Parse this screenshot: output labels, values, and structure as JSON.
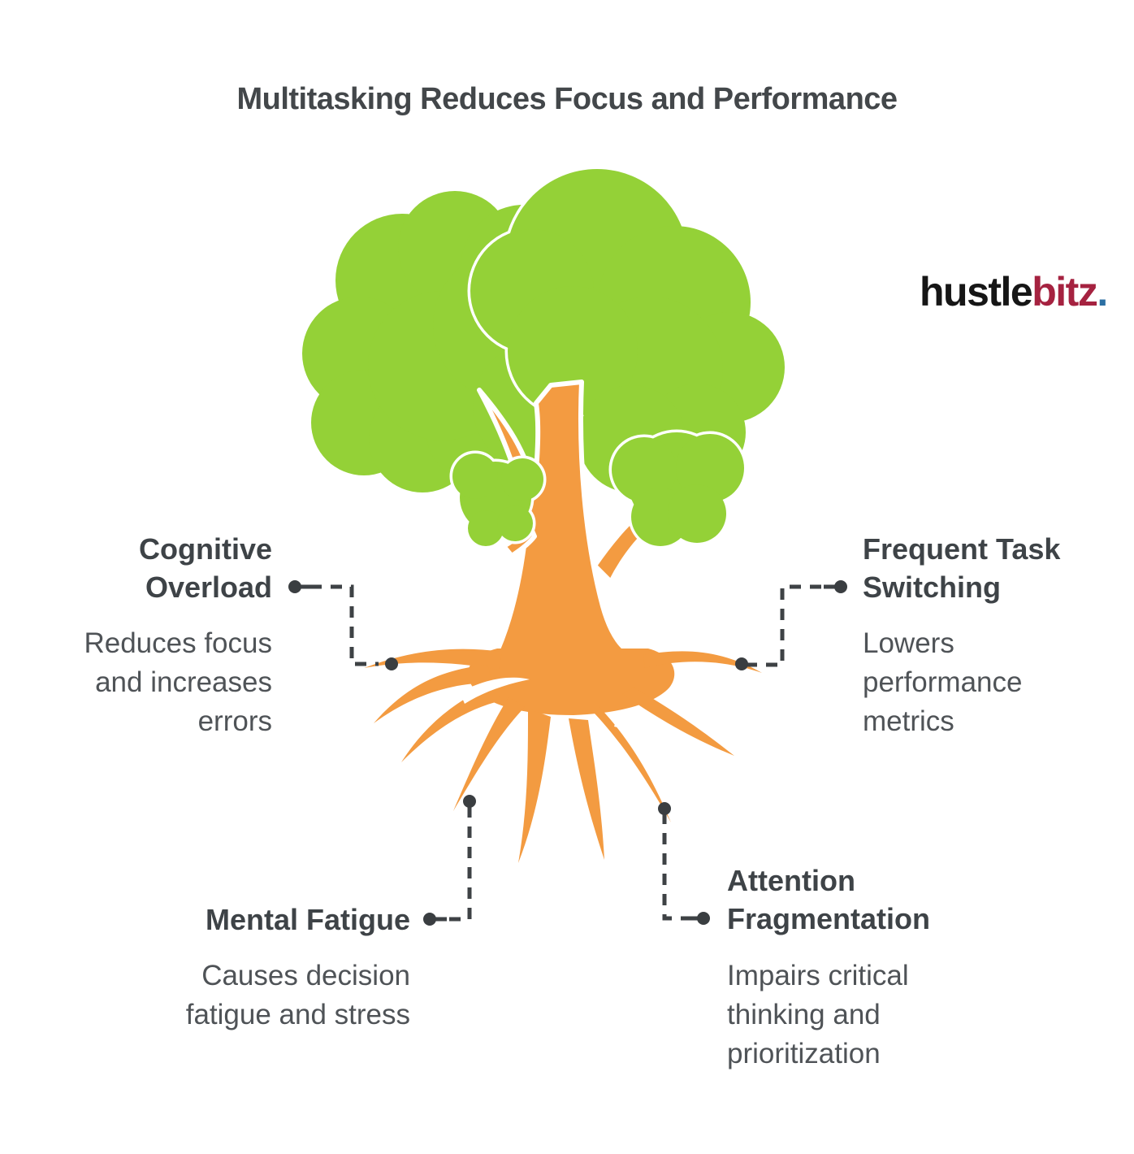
{
  "title": "Multitasking Reduces Focus and Performance",
  "logo": {
    "part_black": "hustle",
    "part_red": "bitz",
    "part_dot": ".",
    "color_black": "#161616",
    "color_red": "#a52240",
    "color_dot": "#2c6fa3"
  },
  "illustration": {
    "name": "tree with canopy and roots",
    "canopy_color": "#94d137",
    "trunk_root_color": "#f39b41",
    "outline_color": "#ffffff"
  },
  "connector": {
    "line_color": "#3e4245",
    "dot_color": "#3a3e41",
    "style": "dashed with endpoint dots"
  },
  "callouts": [
    {
      "id": "cognitive-overload",
      "title_lines": [
        "Cognitive",
        "Overload"
      ],
      "desc_lines": [
        "Reduces focus",
        "and increases",
        "errors"
      ],
      "position": "left",
      "anchored_to": "left root"
    },
    {
      "id": "frequent-task-switching",
      "title_lines": [
        "Frequent Task",
        "Switching"
      ],
      "desc_lines": [
        "Lowers",
        "performance",
        "metrics"
      ],
      "position": "right",
      "anchored_to": "right root"
    },
    {
      "id": "mental-fatigue",
      "title_lines": [
        "Mental Fatigue"
      ],
      "desc_lines": [
        "Causes decision",
        "fatigue and stress"
      ],
      "position": "bottom-left",
      "anchored_to": "lower-left root"
    },
    {
      "id": "attention-fragmentation",
      "title_lines": [
        "Attention",
        "Fragmentation"
      ],
      "desc_lines": [
        "Impairs critical",
        "thinking and",
        "prioritization"
      ],
      "position": "bottom-right",
      "anchored_to": "lower-right root"
    }
  ],
  "text_colors": {
    "title": "#43474a",
    "callout_heading": "#3e4347",
    "callout_body": "#4f5357"
  }
}
